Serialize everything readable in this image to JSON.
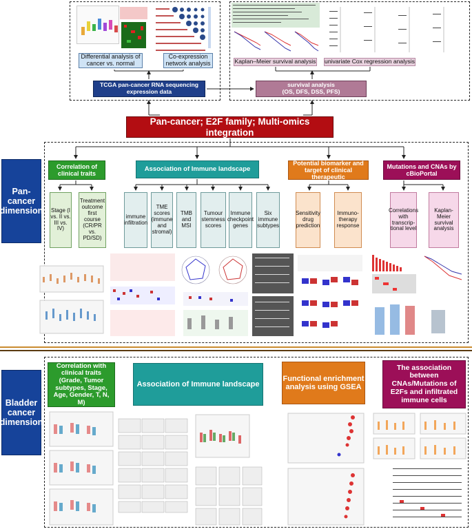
{
  "top_left": {
    "differential": "Differential analysis of cancer vs. normal",
    "coexpression": "Co-expression network analysis",
    "tcga": "TCGA pan-cancer RNA sequencing expression data"
  },
  "top_right": {
    "km": "Kaplan–Meier survival analysis",
    "cox": "univariate Cox regression analysis",
    "survival_title": "survival analysis",
    "survival_sub": "(OS, DFS, DSS, PFS)"
  },
  "main_title": "Pan-cancer; E2F family; Multi-omics integration",
  "pancancer": {
    "dimension": "Pan-cancer dimension",
    "categories": [
      "Correlation of clinical traits",
      "Association of Immune landscape",
      "Potential biomarker and target of clinical therapeutic",
      "Mutations and CNAs by cBioPortal"
    ],
    "clinical": [
      "Stage (I vs. II vs. III vs. IV)",
      "Treatment outcome first course (CR/PR vs. PD/SD)"
    ],
    "immune": [
      "immune infiltration",
      "TME scores (immune and stromal)",
      "TMB and MSI",
      "Tumour stemness scores",
      "Immune checkpoint genes",
      "Six immune subtypes"
    ],
    "biomarker": [
      "Sensitivity drug prediction",
      "Immuno-therapy response"
    ],
    "mutation": [
      "Correlations with transcrip-tional level",
      "Kaplan-Meier survival analysis"
    ]
  },
  "bladder": {
    "dimension": "Bladder cancer dimension",
    "categories": [
      "Correlation with clinical traits (Grade, Tumor subtypes, Stage, Age, Gender, T, N, M)",
      "Association of Immune landscape",
      "Functional enrichment analysis using GSEA",
      "The association between CNAs/Mutations of E2Fs and infiltrated immune cells"
    ]
  },
  "colors": {
    "main": "#b30d12",
    "dimension": "#16439a",
    "green": "#2c9b2c",
    "teal": "#1f9d9a",
    "orange": "#e07a1b",
    "magenta": "#9c0f58"
  }
}
